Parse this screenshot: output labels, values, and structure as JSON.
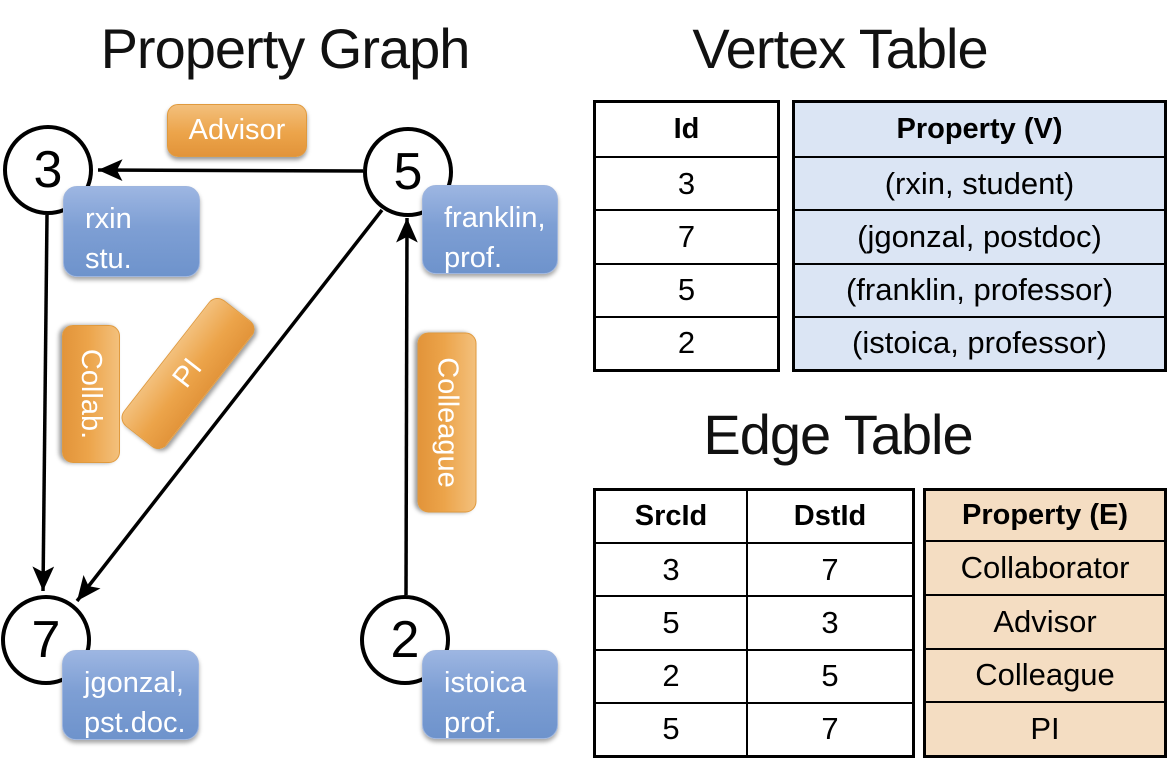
{
  "diagram": {
    "title": "Property Graph",
    "nodes": [
      {
        "id": "3",
        "property_lines": [
          "rxin",
          "stu."
        ]
      },
      {
        "id": "5",
        "property_lines": [
          "franklin,",
          "prof."
        ]
      },
      {
        "id": "7",
        "property_lines": [
          "jgonzal,",
          "pst.doc."
        ]
      },
      {
        "id": "2",
        "property_lines": [
          "istoica",
          "prof."
        ]
      }
    ],
    "edge_labels": [
      {
        "text": "Advisor",
        "from": "5",
        "to": "3"
      },
      {
        "text": "Collab.",
        "from": "3",
        "to": "7"
      },
      {
        "text": "PI",
        "from": "5",
        "to": "7"
      },
      {
        "text": "Colleague",
        "from": "2",
        "to": "5"
      }
    ]
  },
  "vertex_table": {
    "title": "Vertex Table",
    "columns": [
      "Id",
      "Property (V)"
    ],
    "rows": [
      [
        "3",
        "(rxin, student)"
      ],
      [
        "7",
        "(jgonzal, postdoc)"
      ],
      [
        "5",
        "(franklin, professor)"
      ],
      [
        "2",
        "(istoica, professor)"
      ]
    ]
  },
  "edge_table": {
    "title": "Edge Table",
    "columns": [
      "SrcId",
      "DstId",
      "Property (E)"
    ],
    "rows": [
      [
        "3",
        "7",
        "Collaborator"
      ],
      [
        "5",
        "3",
        "Advisor"
      ],
      [
        "2",
        "5",
        "Colleague"
      ],
      [
        "5",
        "7",
        "PI"
      ]
    ]
  },
  "colors": {
    "vertex_box_blue": "#7e9fd4",
    "edge_box_orange": "#eca44a",
    "vertex_cell_bg": "#dbe5f4",
    "edge_cell_bg": "#f4ddc2",
    "line_black": "#000000"
  }
}
